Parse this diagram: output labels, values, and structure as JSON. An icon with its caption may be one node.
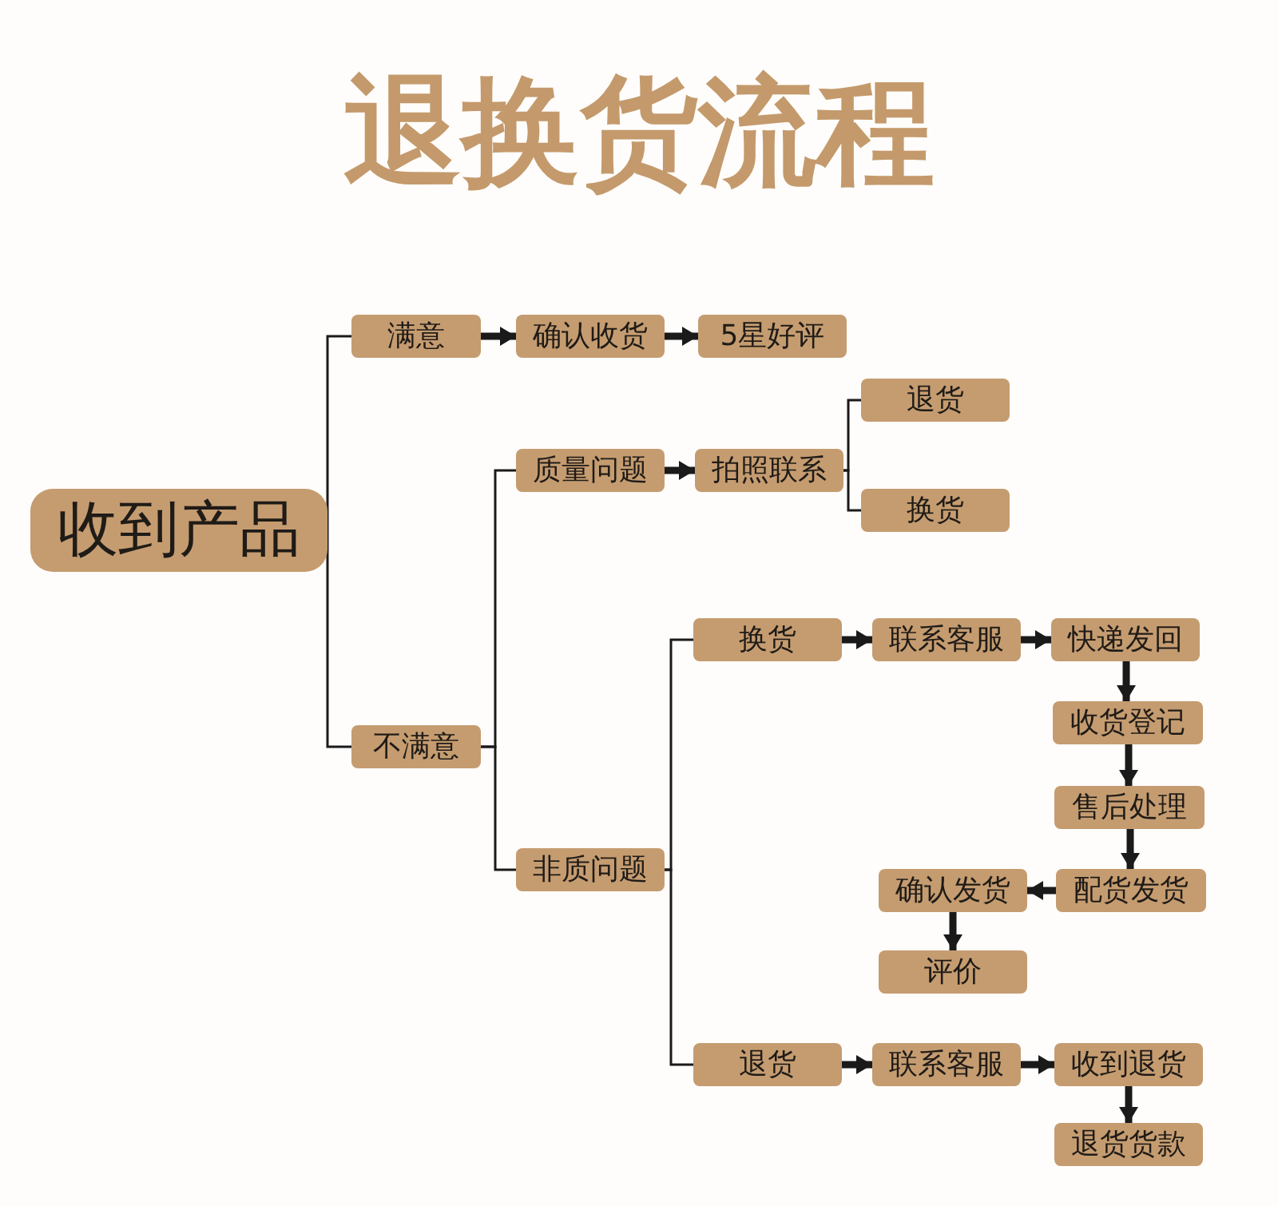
{
  "diagram": {
    "title": "退换货流程",
    "nodes": [
      {
        "text": [
          "收到产品"
        ]
      },
      {
        "text": [
          "满意"
        ]
      },
      {
        "text": [
          "确认收货"
        ]
      },
      {
        "text": [
          "5星好评"
        ]
      },
      {
        "text": [
          "质量问题"
        ]
      },
      {
        "text": [
          "拍照联系"
        ]
      },
      {
        "text": [
          "退货"
        ]
      },
      {
        "text": [
          "换货"
        ]
      },
      {
        "text": [
          "不满意"
        ]
      },
      {
        "text": [
          "非质问题"
        ]
      },
      {
        "text": [
          "换货"
        ]
      },
      {
        "text": [
          "联系客服"
        ]
      },
      {
        "text": [
          "快递发回"
        ]
      },
      {
        "text": [
          "收货登记"
        ]
      },
      {
        "text": [
          "售后处理"
        ]
      },
      {
        "text": [
          "配货发货"
        ]
      },
      {
        "text": [
          "确认发货"
        ]
      },
      {
        "text": [
          "评价"
        ]
      },
      {
        "text": [
          "退货"
        ]
      },
      {
        "text": [
          "联系客服"
        ]
      },
      {
        "text": [
          "收到退货"
        ]
      },
      {
        "text": [
          "退货货款"
        ]
      }
    ],
    "edges": [
      {
        "from": 0,
        "to": 1,
        "arrow": "none"
      },
      {
        "from": 0,
        "to": 8,
        "arrow": "none"
      },
      {
        "from": 1,
        "to": 2,
        "arrow": "to"
      },
      {
        "from": 2,
        "to": 3,
        "arrow": "to"
      },
      {
        "from": 8,
        "to": 4,
        "arrow": "none"
      },
      {
        "from": 8,
        "to": 9,
        "arrow": "none"
      },
      {
        "from": 4,
        "to": 5,
        "arrow": "to"
      },
      {
        "from": 5,
        "to": 6,
        "arrow": "none"
      },
      {
        "from": 5,
        "to": 7,
        "arrow": "none"
      },
      {
        "from": 9,
        "to": 10,
        "arrow": "none"
      },
      {
        "from": 9,
        "to": 18,
        "arrow": "none"
      },
      {
        "from": 10,
        "to": 11,
        "arrow": "to"
      },
      {
        "from": 11,
        "to": 12,
        "arrow": "to"
      },
      {
        "from": 12,
        "to": 13,
        "arrow": "to"
      },
      {
        "from": 13,
        "to": 14,
        "arrow": "to"
      },
      {
        "from": 14,
        "to": 15,
        "arrow": "to"
      },
      {
        "from": 15,
        "to": 16,
        "arrow": "to"
      },
      {
        "from": 16,
        "to": 17,
        "arrow": "to"
      },
      {
        "from": 18,
        "to": 19,
        "arrow": "to"
      },
      {
        "from": 19,
        "to": 20,
        "arrow": "to"
      },
      {
        "from": 20,
        "to": 21,
        "arrow": "to"
      }
    ]
  }
}
